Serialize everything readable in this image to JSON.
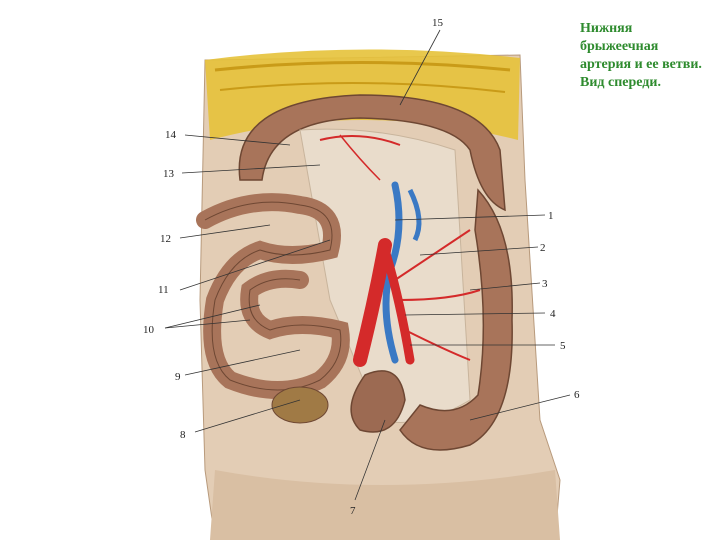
{
  "caption": "Нижняя брыжеечная артерия и ее ветви. Вид спереди.",
  "labels": [
    "1",
    "2",
    "3",
    "4",
    "5",
    "6",
    "7",
    "8",
    "9",
    "10",
    "11",
    "12",
    "13",
    "14",
    "15"
  ],
  "colors": {
    "artery": "#d42a2a",
    "vein": "#3a79c4",
    "intestine": "#a8745a",
    "intestine_dark": "#6e4733",
    "fat": "#e6c23a",
    "mesentery": "#e9dccb",
    "skin": "#d9bfa3"
  }
}
